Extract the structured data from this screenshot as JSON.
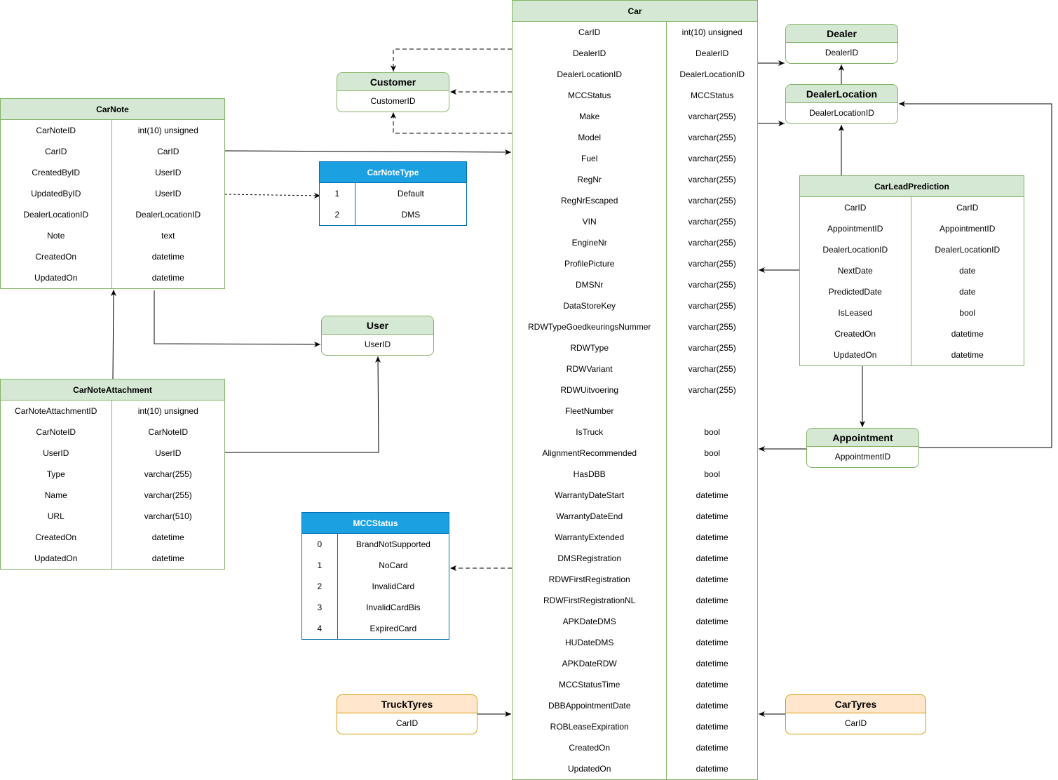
{
  "colors": {
    "green_border": "#82b366",
    "green_fill": "#d5e8d4",
    "blue_fill": "#1ba1e2",
    "blue_border": "#006eaf",
    "orange_fill": "#ffe6cc",
    "orange_border": "#d79b00"
  },
  "car": {
    "title": "Car",
    "fields": [
      [
        "CarID",
        "int(10) unsigned"
      ],
      [
        "DealerID",
        "DealerID"
      ],
      [
        "DealerLocationID",
        "DealerLocationID"
      ],
      [
        "MCCStatus",
        "MCCStatus"
      ],
      [
        "Make",
        "varchar(255)"
      ],
      [
        "Model",
        "varchar(255)"
      ],
      [
        "Fuel",
        "varchar(255)"
      ],
      [
        "RegNr",
        "varchar(255)"
      ],
      [
        "RegNrEscaped",
        "varchar(255)"
      ],
      [
        "VIN",
        "varchar(255)"
      ],
      [
        "EngineNr",
        "varchar(255)"
      ],
      [
        "ProfilePicture",
        "varchar(255)"
      ],
      [
        "DMSNr",
        "varchar(255)"
      ],
      [
        "DataStoreKey",
        "varchar(255)"
      ],
      [
        "RDWTypeGoedkeuringsNummer",
        "varchar(255)"
      ],
      [
        "RDWType",
        "varchar(255)"
      ],
      [
        "RDWVariant",
        "varchar(255)"
      ],
      [
        "RDWUitvoering",
        "varchar(255)"
      ],
      [
        "FleetNumber",
        ""
      ],
      [
        "IsTruck",
        "bool"
      ],
      [
        "AlignmentRecommended",
        "bool"
      ],
      [
        "HasDBB",
        "bool"
      ],
      [
        "WarrantyDateStart",
        "datetime"
      ],
      [
        "WarrantyDateEnd",
        "datetime"
      ],
      [
        "WarrantyExtended",
        "datetime"
      ],
      [
        "DMSRegistration",
        "datetime"
      ],
      [
        "RDWFirstRegistration",
        "datetime"
      ],
      [
        "RDWFirstRegistrationNL",
        "datetime"
      ],
      [
        "APKDateDMS",
        "datetime"
      ],
      [
        "HUDateDMS",
        "datetime"
      ],
      [
        "APKDateRDW",
        "datetime"
      ],
      [
        "MCCStatusTime",
        "datetime"
      ],
      [
        "DBBAppointmentDate",
        "datetime"
      ],
      [
        "ROBLeaseExpiration",
        "datetime"
      ],
      [
        "CreatedOn",
        "datetime"
      ],
      [
        "UpdatedOn",
        "datetime"
      ]
    ]
  },
  "carnote": {
    "title": "CarNote",
    "fields": [
      [
        "CarNoteID",
        "int(10) unsigned"
      ],
      [
        "CarID",
        "CarID"
      ],
      [
        "CreatedByID",
        "UserID"
      ],
      [
        "UpdatedByID",
        "UserID"
      ],
      [
        "DealerLocationID",
        "DealerLocationID"
      ],
      [
        "Note",
        "text"
      ],
      [
        "CreatedOn",
        "datetime"
      ],
      [
        "UpdatedOn",
        "datetime"
      ]
    ]
  },
  "carnoteattachment": {
    "title": "CarNoteAttachment",
    "fields": [
      [
        "CarNoteAttachmentID",
        "int(10) unsigned"
      ],
      [
        "CarNoteID",
        "CarNoteID"
      ],
      [
        "UserID",
        "UserID"
      ],
      [
        "Type",
        "varchar(255)"
      ],
      [
        "Name",
        "varchar(255)"
      ],
      [
        "URL",
        "varchar(510)"
      ],
      [
        "CreatedOn",
        "datetime"
      ],
      [
        "UpdatedOn",
        "datetime"
      ]
    ]
  },
  "carleadprediction": {
    "title": "CarLeadPrediction",
    "fields": [
      [
        "CarID",
        "CarID"
      ],
      [
        "AppointmentID",
        "AppointmentID"
      ],
      [
        "DealerLocationID",
        "DealerLocationID"
      ],
      [
        "NextDate",
        "date"
      ],
      [
        "PredictedDate",
        "date"
      ],
      [
        "IsLeased",
        "bool"
      ],
      [
        "CreatedOn",
        "datetime"
      ],
      [
        "UpdatedOn",
        "datetime"
      ]
    ]
  },
  "carnotetype": {
    "title": "CarNoteType",
    "fields": [
      [
        "1",
        "Default"
      ],
      [
        "2",
        "DMS"
      ]
    ]
  },
  "mccstatus": {
    "title": "MCCStatus",
    "fields": [
      [
        "0",
        "BrandNotSupported"
      ],
      [
        "1",
        "NoCard"
      ],
      [
        "2",
        "InvalidCard"
      ],
      [
        "3",
        "InvalidCardBis"
      ],
      [
        "4",
        "ExpiredCard"
      ]
    ]
  },
  "entities": {
    "customer": {
      "title": "Customer",
      "field": "CustomerID"
    },
    "user": {
      "title": "User",
      "field": "UserID"
    },
    "dealer": {
      "title": "Dealer",
      "field": "DealerID"
    },
    "dealerlocation": {
      "title": "DealerLocation",
      "field": "DealerLocationID"
    },
    "appointment": {
      "title": "Appointment",
      "field": "AppointmentID"
    },
    "trucktyres": {
      "title": "TruckTyres",
      "field": "CarID"
    },
    "cartyres": {
      "title": "CarTyres",
      "field": "CarID"
    }
  }
}
